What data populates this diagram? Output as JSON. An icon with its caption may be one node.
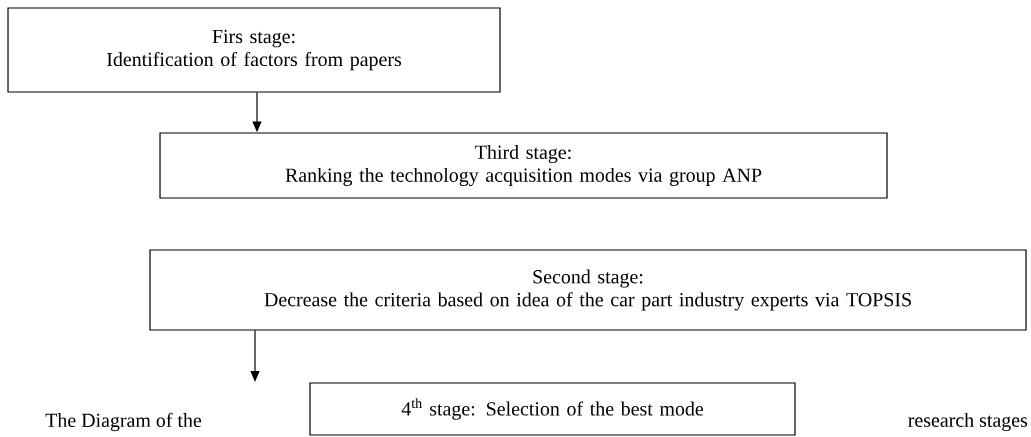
{
  "diagram": {
    "nodes": [
      {
        "text": [
          "Firs stage:",
          "Identification of  factors from papers"
        ]
      },
      {
        "text": [
          "Third stage:",
          "Ranking the technology acquisition modes via group ANP"
        ]
      },
      {
        "text": [
          "Second stage:",
          "Decrease the criteria based on idea of the car part industry experts via TOPSIS"
        ]
      },
      {
        "text": [
          "4$^{th}$ stage: Selection of the best mode"
        ]
      }
    ],
    "edges": [
      {
        "from": 0,
        "to": 1,
        "arrow": "to"
      },
      {
        "from": 2,
        "to": null,
        "arrow": "to"
      }
    ],
    "labels": [
      "The Diagram of the",
      "research stages"
    ]
  }
}
